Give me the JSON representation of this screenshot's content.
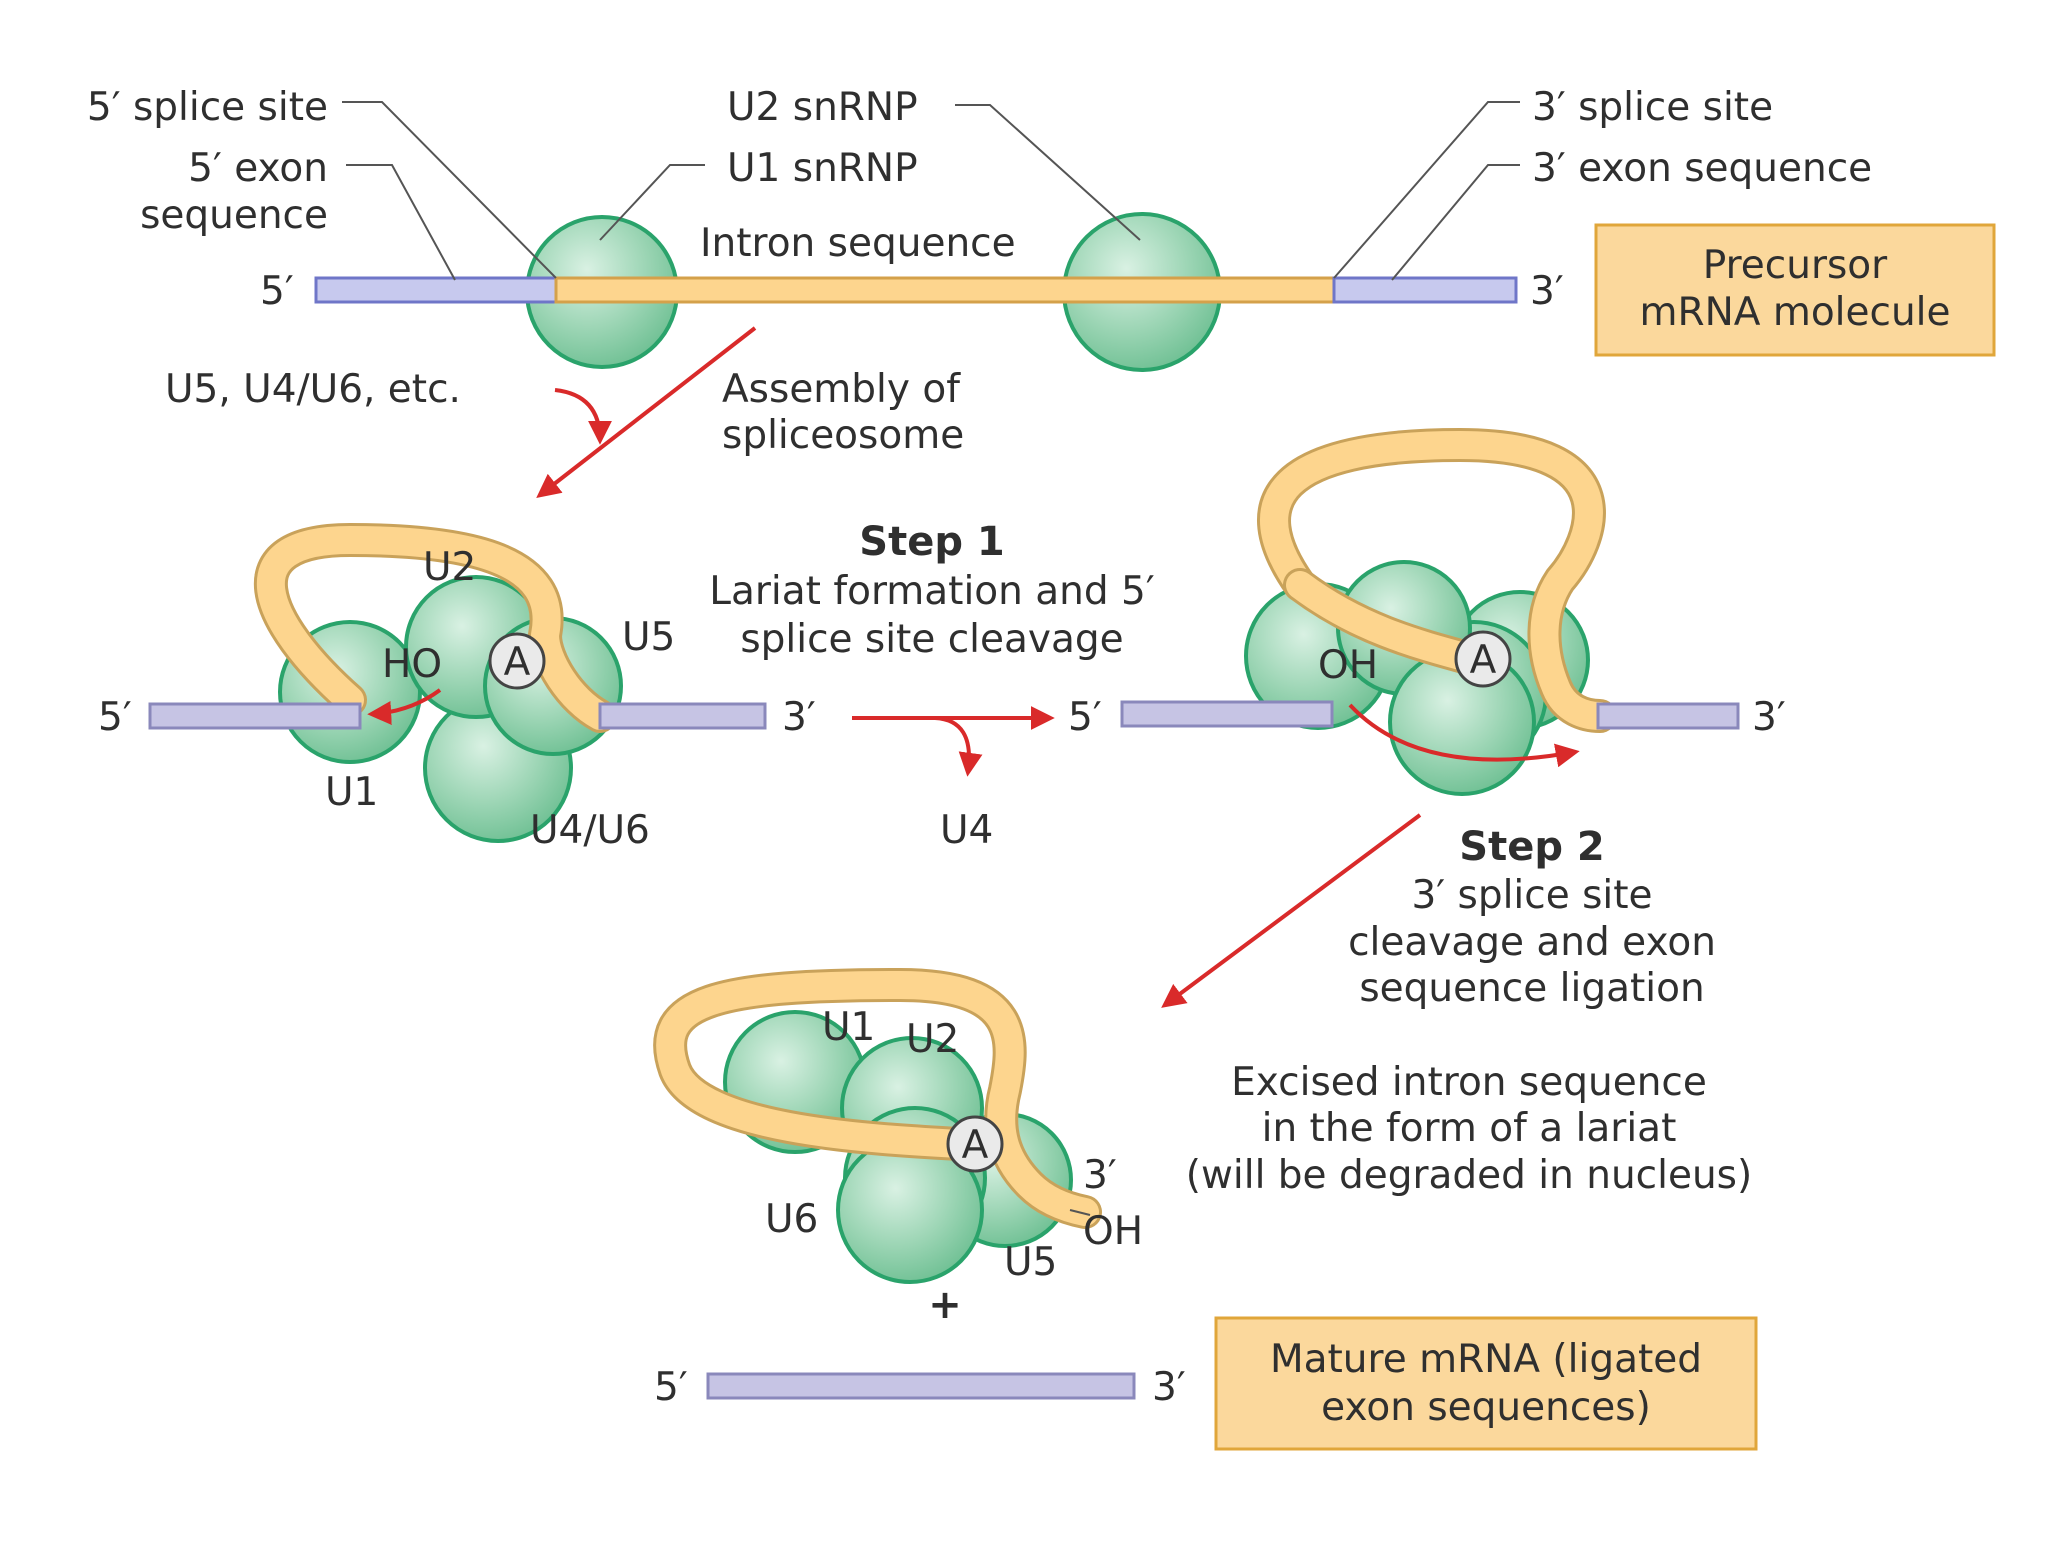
{
  "top": {
    "five_prime_splice_site": "5′ splice site",
    "five_prime_exon_line1": "5′ exon",
    "five_prime_exon_line2": "sequence",
    "u2_snrnp": "U2 snRNP",
    "u1_snrnp": "U1 snRNP",
    "intron_sequence": "Intron sequence",
    "three_prime_splice_site": "3′ splice site",
    "three_prime_exon_sequence": "3′ exon sequence",
    "end_5": "5′",
    "end_3": "3′",
    "precursor_line1": "Precursor",
    "precursor_line2": "mRNA molecule"
  },
  "assembly": {
    "factors": "U5, U4/U6, etc.",
    "label_line1": "Assembly of",
    "label_line2": "spliceosome"
  },
  "step1": {
    "title": "Step 1",
    "desc_line1": "Lariat formation and 5′",
    "desc_line2": "splice site cleavage",
    "u2": "U2",
    "u5": "U5",
    "u1": "U1",
    "u4u6": "U4/U6",
    "ho": "HO",
    "a": "A",
    "end_5": "5′",
    "end_3": "3′",
    "released": "U4"
  },
  "intermediate": {
    "oh": "OH",
    "a": "A",
    "end_5": "5′",
    "end_3": "3′"
  },
  "step2": {
    "title": "Step 2",
    "desc_line1": "3′ splice site",
    "desc_line2": "cleavage and exon",
    "desc_line3": "sequence ligation"
  },
  "lariat": {
    "u1": "U1",
    "u2": "U2",
    "u6": "U6",
    "u5": "U5",
    "a": "A",
    "end_3": "3′",
    "oh": "OH",
    "desc_line1": "Excised intron sequence",
    "desc_line2": "in the form of a lariat",
    "desc_line3": "(will be degraded in nucleus)",
    "plus": "+"
  },
  "mature": {
    "end_5": "5′",
    "end_3": "3′",
    "line1": "Mature mRNA (ligated",
    "line2": "exon sequences)"
  }
}
